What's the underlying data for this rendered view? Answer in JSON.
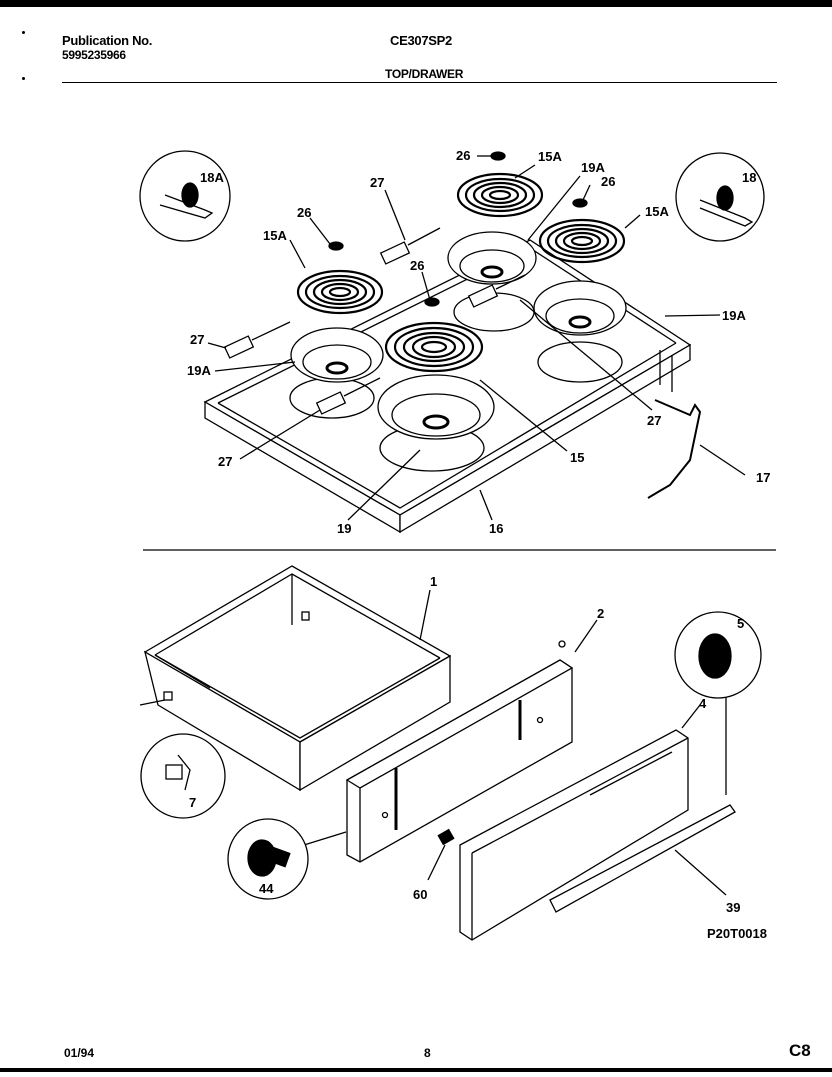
{
  "header": {
    "publication_label": "Publication No.",
    "publication_number": "5995235966",
    "model": "CE307SP2",
    "section": "TOP/DRAWER"
  },
  "diagram": {
    "drawing_code": "P20T0018",
    "callouts_top": [
      "18A",
      "18",
      "26",
      "26",
      "26",
      "26",
      "15A",
      "15A",
      "15A",
      "19A",
      "19A",
      "19A",
      "27",
      "27",
      "27",
      "27",
      "15",
      "19",
      "16",
      "17"
    ],
    "callouts_bottom": [
      "1",
      "2",
      "4",
      "5",
      "7",
      "44",
      "60",
      "39"
    ]
  },
  "footer": {
    "date": "01/94",
    "page": "8",
    "page_code": "C8"
  },
  "colors": {
    "ink": "#000000",
    "paper": "#ffffff"
  }
}
